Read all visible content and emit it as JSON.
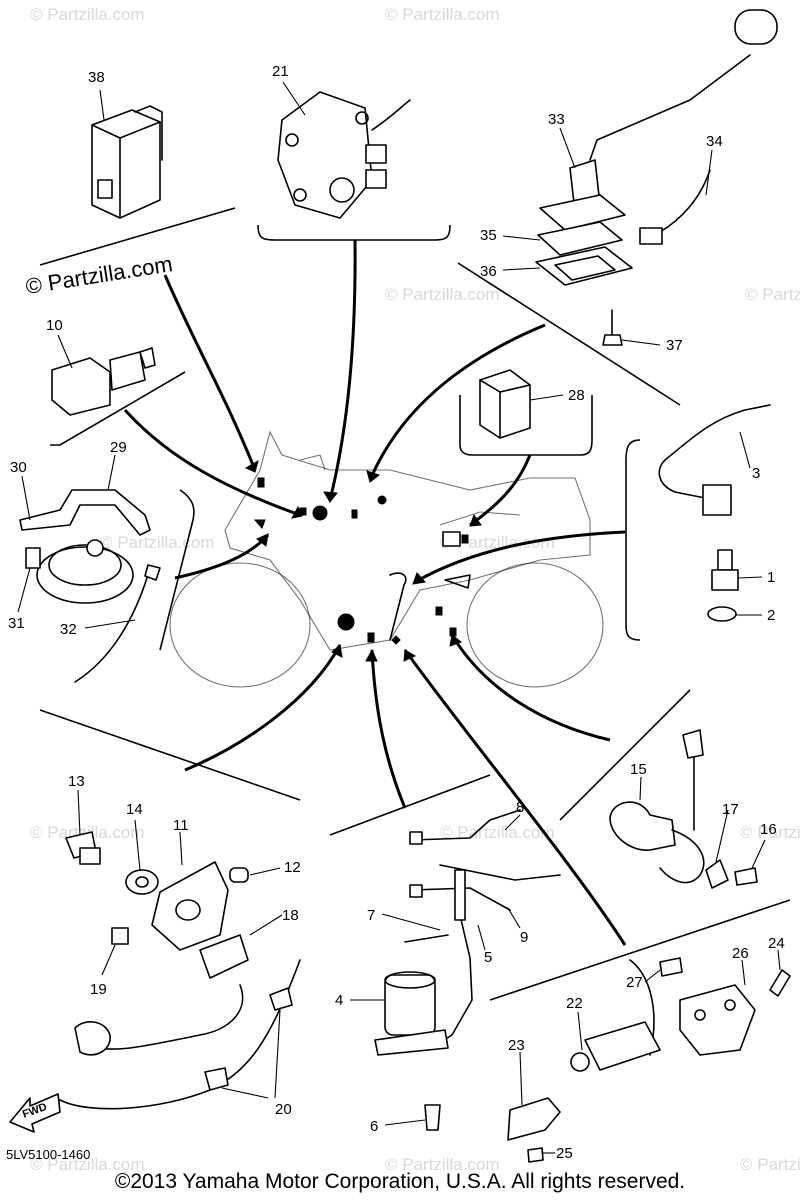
{
  "watermark": {
    "site": "© Partzilla.com",
    "tile_text": "© Partzilla.com"
  },
  "footer": {
    "drawing_code": "5LV5100-1460",
    "copyright": "©2013  Yamaha Motor Corporation, U.S.A. All rights reserved."
  },
  "fwd_label": "FWD",
  "callouts": {
    "c1": "1",
    "c2": "2",
    "c3": "3",
    "c4": "4",
    "c5": "5",
    "c6": "6",
    "c7": "7",
    "c8": "8",
    "c9": "9",
    "c10": "10",
    "c11": "11",
    "c12": "12",
    "c13": "13",
    "c14": "14",
    "c15": "15",
    "c16": "16",
    "c17": "17",
    "c18": "18",
    "c19": "19",
    "c20": "20",
    "c21": "21",
    "c22": "22",
    "c23": "23",
    "c24": "24",
    "c25": "25",
    "c26": "26",
    "c27": "27",
    "c28": "28",
    "c29": "29",
    "c30": "30",
    "c31": "31",
    "c32": "32",
    "c33": "33",
    "c34": "34",
    "c35": "35",
    "c36": "36",
    "c37": "37",
    "c38": "38"
  }
}
